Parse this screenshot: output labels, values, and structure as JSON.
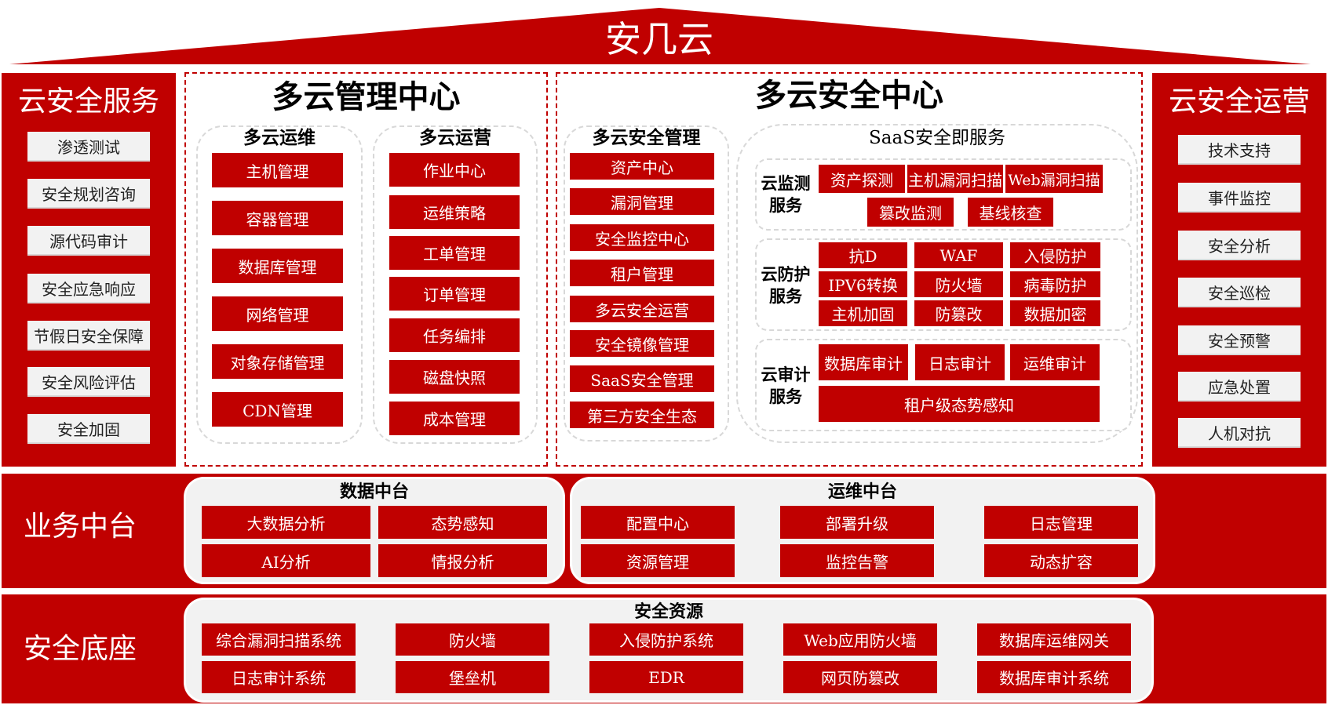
{
  "roof": {
    "title": "安几云"
  },
  "left_panel": {
    "title": "云安全服务",
    "items": [
      "渗透测试",
      "安全规划咨询",
      "源代码审计",
      "安全应急响应",
      "节假日安全保障",
      "安全风险评估",
      "安全加固"
    ]
  },
  "right_panel": {
    "title": "云安全运营",
    "items": [
      "技术支持",
      "事件监控",
      "安全分析",
      "安全巡检",
      "安全预警",
      "应急处置",
      "人机对抗"
    ]
  },
  "mgmt_center": {
    "title": "多云管理中心",
    "ops": {
      "title": "多云运维",
      "items": [
        "主机管理",
        "容器管理",
        "数据库管理",
        "网络管理",
        "对象存储管理",
        "CDN管理"
      ]
    },
    "operate": {
      "title": "多云运营",
      "items": [
        "作业中心",
        "运维策略",
        "工单管理",
        "订单管理",
        "任务编排",
        "磁盘快照",
        "成本管理"
      ]
    }
  },
  "sec_center": {
    "title": "多云安全中心",
    "mgmt": {
      "title": "多云安全管理",
      "items": [
        "资产中心",
        "漏洞管理",
        "安全监控中心",
        "租户管理",
        "多云安全运营",
        "安全镜像管理",
        "SaaS安全管理",
        "第三方安全生态"
      ]
    },
    "saas": {
      "title": "SaaS安全即服务",
      "monitor": {
        "label_1": "云监测",
        "label_2": "服务",
        "items": [
          "资产探测",
          "主机漏洞扫描",
          "Web漏洞扫描",
          "篡改监测",
          "基线核查"
        ]
      },
      "protect": {
        "label_1": "云防护",
        "label_2": "服务",
        "items": [
          "抗D",
          "WAF",
          "入侵防护",
          "IPV6转换",
          "防火墙",
          "病毒防护",
          "主机加固",
          "防篡改",
          "数据加密"
        ]
      },
      "audit": {
        "label_1": "云审计",
        "label_2": "服务",
        "items": [
          "数据库审计",
          "日志审计",
          "运维审计",
          "租户级态势感知"
        ]
      }
    }
  },
  "business": {
    "title": "业务中台",
    "data_center": {
      "title": "数据中台",
      "items": [
        "大数据分析",
        "态势感知",
        "AI分析",
        "情报分析"
      ]
    },
    "ops_center": {
      "title": "运维中台",
      "items": [
        "配置中心",
        "部署升级",
        "日志管理",
        "资源管理",
        "监控告警",
        "动态扩容"
      ]
    }
  },
  "base": {
    "title": "安全底座",
    "resources": {
      "title": "安全资源",
      "items": [
        "综合漏洞扫描系统",
        "防火墙",
        "入侵防护系统",
        "Web应用防火墙",
        "数据库运维网关",
        "日志审计系统",
        "堡垒机",
        "EDR",
        "网页防篡改",
        "数据库审计系统"
      ]
    }
  },
  "colors": {
    "primary": "#c00000",
    "panel_bg": "#f2f2f2",
    "dash": "#d8d8d8"
  }
}
